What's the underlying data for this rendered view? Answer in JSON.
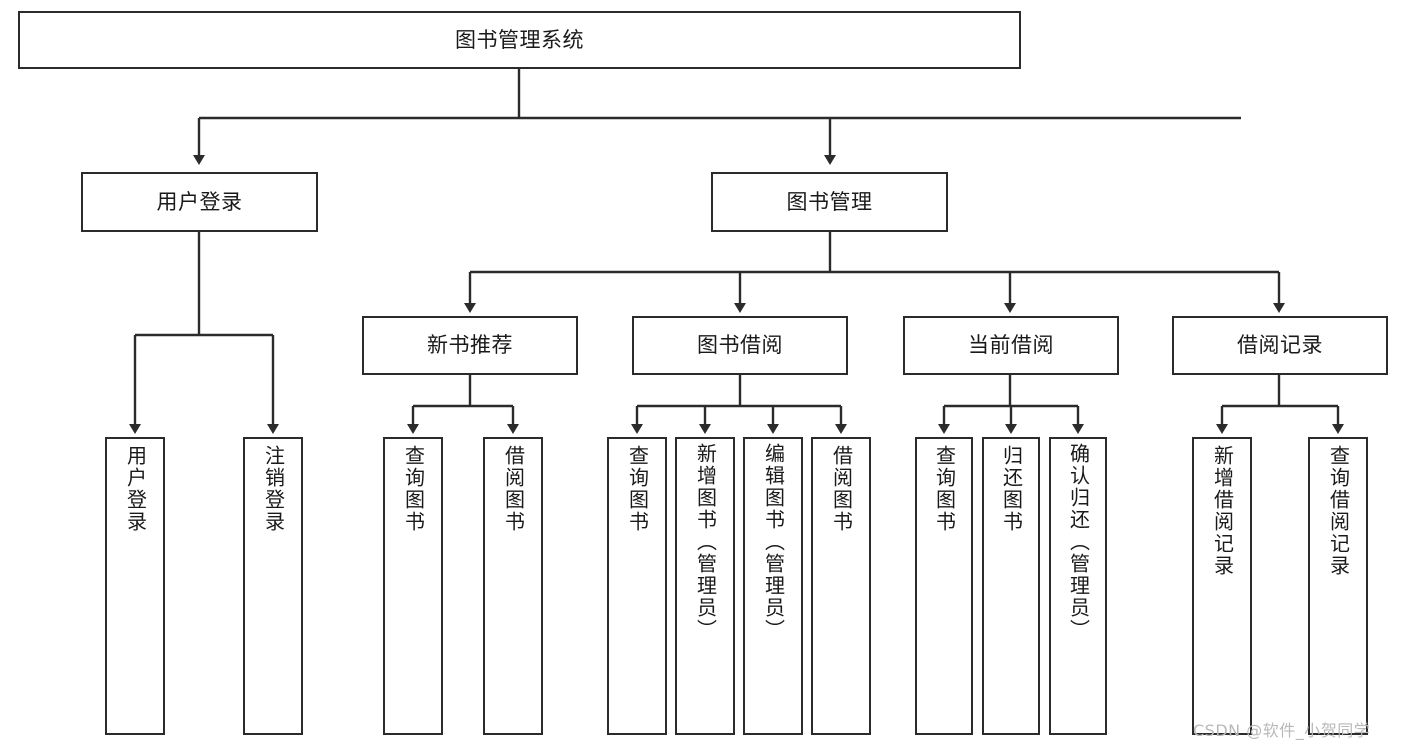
{
  "diagram": {
    "title": "图书管理系统",
    "type": "tree-structure-chart",
    "watermark": "CSDN @软件_小贺同学",
    "nodes": {
      "root": {
        "label": "图书管理系统"
      },
      "level2": [
        {
          "key": "user_login",
          "label": "用户登录"
        },
        {
          "key": "book_mgmt",
          "label": "图书管理"
        }
      ],
      "level3": [
        {
          "key": "new_book_rec",
          "label": "新书推荐"
        },
        {
          "key": "book_borrow",
          "label": "图书借阅"
        },
        {
          "key": "current_borrow",
          "label": "当前借阅"
        },
        {
          "key": "borrow_record",
          "label": "借阅记录"
        }
      ],
      "leaves": {
        "user_login": [
          {
            "label": "用户登录"
          },
          {
            "label": "注销登录"
          }
        ],
        "new_book_rec": [
          {
            "label": "查询图书"
          },
          {
            "label": "借阅图书"
          }
        ],
        "book_borrow": [
          {
            "label": "查询图书"
          },
          {
            "label": "新增图书（管理员）"
          },
          {
            "label": "编辑图书（管理员）"
          },
          {
            "label": "借阅图书"
          }
        ],
        "current_borrow": [
          {
            "label": "查询图书"
          },
          {
            "label": "归还图书"
          },
          {
            "label": "确认归还（管理员）"
          }
        ],
        "borrow_record": [
          {
            "label": "新增借阅记录"
          },
          {
            "label": "查询借阅记录"
          }
        ]
      }
    },
    "colors": {
      "stroke": "#2b2b2b",
      "fill": "#ffffff",
      "text": "#1a1a1a",
      "watermark": "#b9b9b9"
    }
  }
}
